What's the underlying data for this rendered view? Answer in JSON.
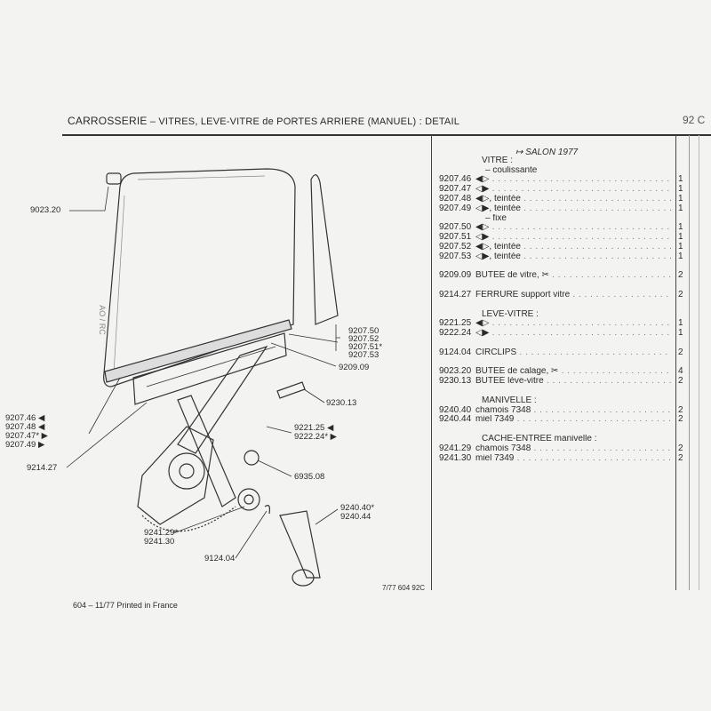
{
  "header": {
    "title_main": "CARROSSERIE",
    "title_rest": " – VITRES, LEVE-VITRE de PORTES ARRIERE (MANUEL) : DETAIL",
    "page_number": "92 C"
  },
  "parts_list": {
    "salon_marker": "↦ SALON 1977",
    "rows": [
      {
        "type": "blank"
      },
      {
        "type": "head",
        "desc": "VITRE :"
      },
      {
        "type": "sub",
        "desc": "– coulissante"
      },
      {
        "code": "9207.46",
        "desc": "◀▷",
        "qty": "1"
      },
      {
        "code": "9207.47",
        "desc": "◁▶",
        "qty": "1"
      },
      {
        "code": "9207.48",
        "desc": "◀▷, teintée",
        "qty": "1"
      },
      {
        "code": "9207.49",
        "desc": "◁▶, teintée",
        "qty": "1"
      },
      {
        "type": "sub",
        "desc": "– fixe"
      },
      {
        "code": "9207.50",
        "desc": "◀▷",
        "qty": "1"
      },
      {
        "code": "9207.51",
        "desc": "◁▶",
        "qty": "1"
      },
      {
        "code": "9207.52",
        "desc": "◀▷, teintée",
        "qty": "1"
      },
      {
        "code": "9207.53",
        "desc": "◁▶, teintée",
        "qty": "1"
      },
      {
        "type": "blank"
      },
      {
        "code": "9209.09",
        "desc": "BUTEE de vitre, ✂",
        "qty": "2"
      },
      {
        "type": "blank"
      },
      {
        "code": "9214.27",
        "desc": "FERRURE support vitre",
        "qty": "2"
      },
      {
        "type": "blank"
      },
      {
        "type": "head",
        "desc": "LEVE-VITRE :"
      },
      {
        "code": "9221.25",
        "desc": "◀▷",
        "qty": "1"
      },
      {
        "code": "9222.24",
        "desc": "◁▶",
        "qty": "1"
      },
      {
        "type": "blank"
      },
      {
        "code": "9124.04",
        "desc": "CIRCLIPS",
        "qty": "2"
      },
      {
        "type": "blank"
      },
      {
        "code": "9023.20",
        "desc": "BUTEE de calage, ✂",
        "qty": "4"
      },
      {
        "code": "9230.13",
        "desc": "BUTEE lève-vitre",
        "qty": "2"
      },
      {
        "type": "blank"
      },
      {
        "type": "head",
        "desc": "MANIVELLE :"
      },
      {
        "code": "9240.40",
        "desc": "chamois 7348",
        "qty": "2"
      },
      {
        "code": "9240.44",
        "desc": "miel    7349",
        "qty": "2"
      },
      {
        "type": "blank"
      },
      {
        "type": "head",
        "desc": "CACHE-ENTREE manivelle :"
      },
      {
        "code": "9241.29",
        "desc": "chamois 7348",
        "qty": "2"
      },
      {
        "code": "9241.30",
        "desc": "miel    7349",
        "qty": "2"
      }
    ]
  },
  "diagram": {
    "callouts": {
      "c9023": "9023.20",
      "c9207_50": "9207.50",
      "c9207_52": "9207.52",
      "c9207_51": "9207.51*",
      "c9207_53": "9207.53",
      "c9209": "9209.09",
      "c9230": "9230.13",
      "c9207_46": "9207.46 ◀",
      "c9207_48": "9207.48 ◀",
      "c9207_47": "9207.47* ▶",
      "c9207_49": "9207.49 ▶",
      "c9214": "9214.27",
      "c9221": "9221.25 ◀",
      "c9222": "9222.24* ▶",
      "c6935": "6935.08",
      "c9241_29": "9241.29*",
      "c9241_30": "9241.30",
      "c9124": "9124.04",
      "c9240_40": "9240.40*",
      "c9240_44": "9240.44"
    },
    "side_mark": "AO / RC",
    "ref": "7/77  604  92C"
  },
  "footer": "604 – 11/77  Printed in France"
}
